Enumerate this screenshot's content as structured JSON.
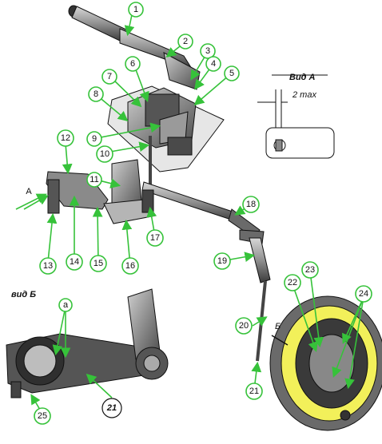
{
  "callouts": {
    "c1": "1",
    "c2": "2",
    "c3": "3",
    "c4": "4",
    "c5": "5",
    "c6": "6",
    "c7": "7",
    "c8": "8",
    "c9": "9",
    "c10": "10",
    "c11": "11",
    "c12": "12",
    "c13": "13",
    "c14": "14",
    "c15": "15",
    "c16": "16",
    "c17": "17",
    "c18": "18",
    "c19": "19",
    "c20": "20",
    "c21": "21",
    "c22": "22",
    "c23": "23",
    "c24": "24",
    "c25": "25",
    "c21b": "21",
    "ca": "а"
  },
  "view_a": {
    "title": "Вид А",
    "dimension": "2 max"
  },
  "view_b": {
    "title": "вид Б"
  },
  "markers": {
    "arrow_a": "А",
    "arrow_b": "Б"
  },
  "colors": {
    "outline": "#111111",
    "metal_dark": "#3a3a3a",
    "metal_mid": "#8a8a8a",
    "metal_light": "#d0d0d0",
    "leader_green": "#36c23a",
    "shoe_yellow": "#f2f05a",
    "callout_fill": "#ffffff"
  }
}
